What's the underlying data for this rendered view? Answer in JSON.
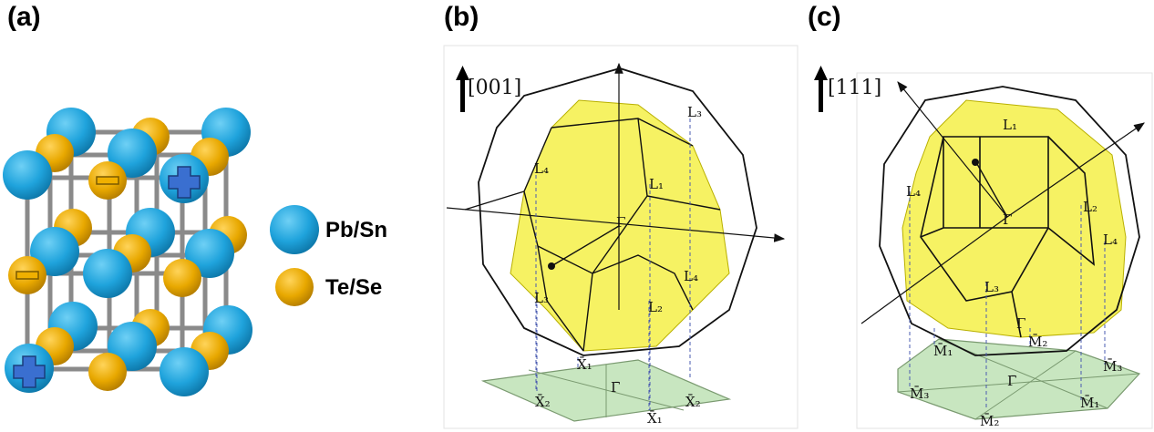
{
  "panels": [
    {
      "label": "(a)"
    },
    {
      "label": "(b)"
    },
    {
      "label": "(c)"
    }
  ],
  "legend": [
    {
      "text": "Pb/Sn",
      "color": "#1fa3dc"
    },
    {
      "text": "Te/Se",
      "color": "#e8a800"
    }
  ],
  "defect_marks": {
    "minus": "−",
    "plus": "+"
  },
  "panel_b": {
    "direction": "[001]",
    "points": [
      "L₄",
      "L₁",
      "L₃",
      "Γ",
      "L₃",
      "L₄",
      "L₂",
      "X̄₁",
      "X̄₂",
      "Γ̄",
      "X̄₂",
      "X̄₁"
    ]
  },
  "panel_c": {
    "direction": "[111]",
    "points": [
      "L₁",
      "L₄",
      "Γ",
      "L₂",
      "L₄",
      "L₃",
      "Γ",
      "M̄₁",
      "M̄₂",
      "M̄₃",
      "M̄₃",
      "Γ̄",
      "M̄₁",
      "M̄₂"
    ]
  },
  "colors": {
    "bz_fill": "#f3ee2f",
    "surface_bz": "#c8e6c0",
    "atom_blue": "#1fa3dc",
    "atom_orange": "#e8a800",
    "bond": "#8a8a8a"
  }
}
